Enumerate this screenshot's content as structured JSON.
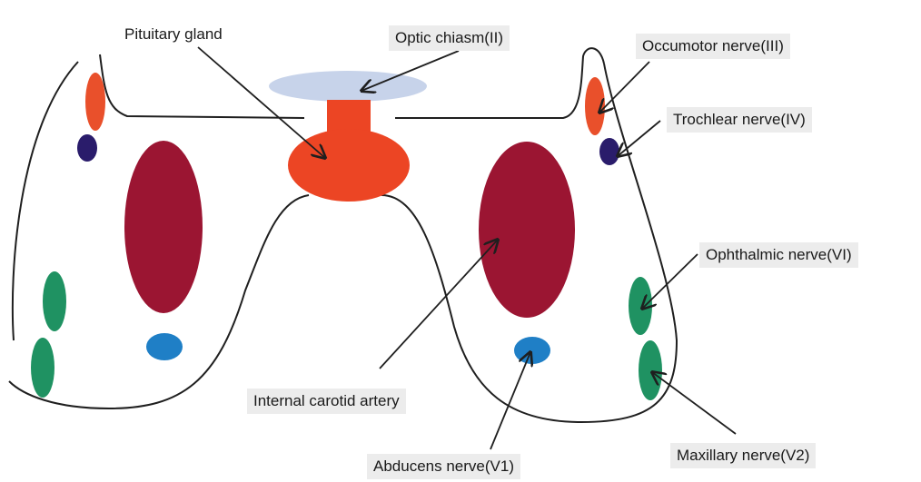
{
  "labels": {
    "pituitary": "Pituitary gland",
    "optic": "Optic chiasm(II)",
    "oculomotor": "Occumotor nerve(III)",
    "trochlear": "Trochlear nerve(IV)",
    "ophthalmic": "Ophthalmic nerve(VI)",
    "carotid": "Internal carotid artery",
    "abducens": "Abducens nerve(V1)",
    "maxillary": "Maxillary nerve(V2)"
  },
  "colors": {
    "outline": "#1f1f1f",
    "optic_chiasm": "#c7d3ea",
    "pituitary": "#ec4524",
    "carotid": "#9b1532",
    "oculomotor": "#e9502b",
    "trochlear": "#2a1c6b",
    "trigeminal": "#1f9262",
    "abducens": "#1f7fc6"
  }
}
